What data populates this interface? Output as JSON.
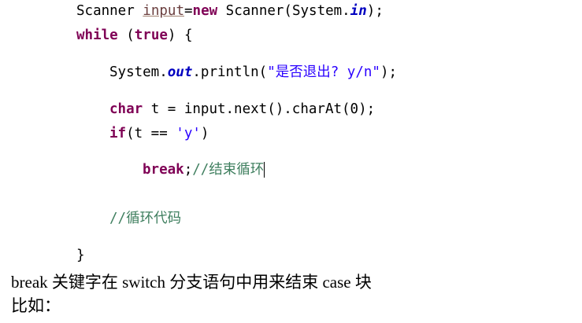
{
  "code": {
    "line1": {
      "type": "Scanner ",
      "var": "input",
      "op": "=",
      "kw": "new",
      "rest": " Scanner(System.",
      "field": "in",
      "end": ");"
    },
    "line2": {
      "kw": "while",
      "p1": " (",
      "kw2": "true",
      "p2": ") {"
    },
    "line3": {
      "pre": "System.",
      "field": "out",
      "mid": ".println(",
      "str": "\"是否退出? y/n\"",
      "end": ");"
    },
    "line4": {
      "kw": "char",
      "rest": " t = input.next().charAt(0);"
    },
    "line5": {
      "kw": "if",
      "p1": "(t == ",
      "str": "'y'",
      "p2": ")"
    },
    "line6": {
      "kw": "break",
      "p1": ";",
      "cmt": "//结束循环"
    },
    "line7": {
      "cmt": "//循环代码"
    },
    "line8": {
      "brace": "}"
    }
  },
  "text": {
    "para1": "break 关键字在 switch 分支语句中用来结束 case 块",
    "para2": "比如："
  }
}
